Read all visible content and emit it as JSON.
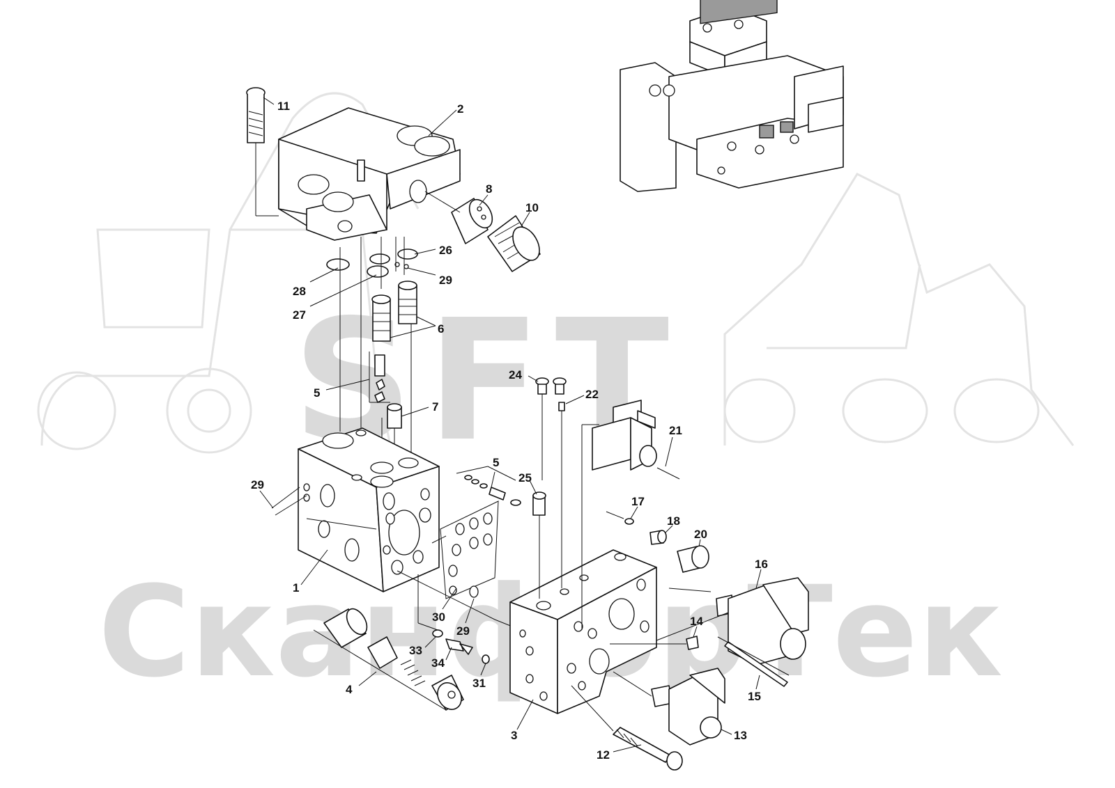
{
  "watermark": {
    "logo": "SFT",
    "brand": "СканфорТек"
  },
  "callouts": [
    {
      "id": "c1",
      "text": "1"
    },
    {
      "id": "c2",
      "text": "2"
    },
    {
      "id": "c3",
      "text": "3"
    },
    {
      "id": "c4",
      "text": "4"
    },
    {
      "id": "c5a",
      "text": "5"
    },
    {
      "id": "c5b",
      "text": "5"
    },
    {
      "id": "c6",
      "text": "6"
    },
    {
      "id": "c7",
      "text": "7"
    },
    {
      "id": "c8",
      "text": "8"
    },
    {
      "id": "c10",
      "text": "10"
    },
    {
      "id": "c11",
      "text": "11"
    },
    {
      "id": "c12",
      "text": "12"
    },
    {
      "id": "c13",
      "text": "13"
    },
    {
      "id": "c14",
      "text": "14"
    },
    {
      "id": "c15",
      "text": "15"
    },
    {
      "id": "c16",
      "text": "16"
    },
    {
      "id": "c17",
      "text": "17"
    },
    {
      "id": "c18",
      "text": "18"
    },
    {
      "id": "c20",
      "text": "20"
    },
    {
      "id": "c21",
      "text": "21"
    },
    {
      "id": "c22",
      "text": "22"
    },
    {
      "id": "c24",
      "text": "24"
    },
    {
      "id": "c25",
      "text": "25"
    },
    {
      "id": "c26",
      "text": "26"
    },
    {
      "id": "c27",
      "text": "27"
    },
    {
      "id": "c28",
      "text": "28"
    },
    {
      "id": "c29a",
      "text": "29"
    },
    {
      "id": "c29b",
      "text": "29"
    },
    {
      "id": "c29c",
      "text": "29"
    },
    {
      "id": "c30",
      "text": "30"
    },
    {
      "id": "c31",
      "text": "31"
    },
    {
      "id": "c33",
      "text": "33"
    },
    {
      "id": "c34",
      "text": "34"
    }
  ],
  "colors": {
    "ink": "#111111",
    "watermark": "#dadada",
    "highlight": "#9a9a9a",
    "background": "#ffffff"
  }
}
